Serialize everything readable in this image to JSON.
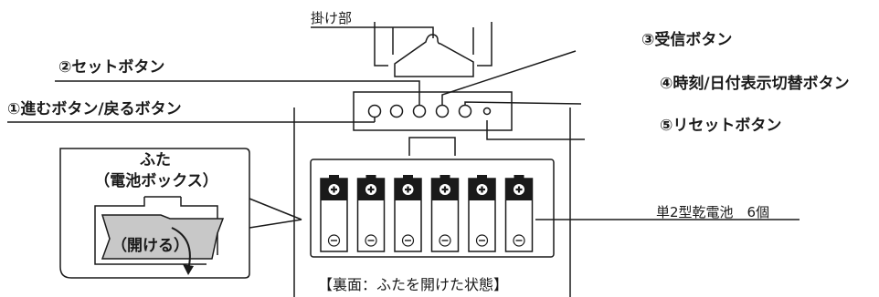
{
  "labels": {
    "hanging_part": "掛け部",
    "set_button": "②セットボタン",
    "receive_button": "③受信ボタン",
    "time_date_switch_button": "④時刻/日付表示切替ボタン",
    "forward_back_buttons": "①進むボタン/戻るボタン",
    "reset_button": "⑤リセットボタン",
    "cover": "ふた",
    "battery_box": "（電池ボックス）",
    "open": "（開ける）",
    "batteries": "単2型乾電池　6個",
    "caption": "【裏面：ふたを開けた状態】"
  },
  "battery_count": 6,
  "button_count": 6,
  "colors": {
    "line": "#1a1a1a",
    "cover_fill": "#c8c8c8",
    "panel_fill": "#ffffff"
  }
}
